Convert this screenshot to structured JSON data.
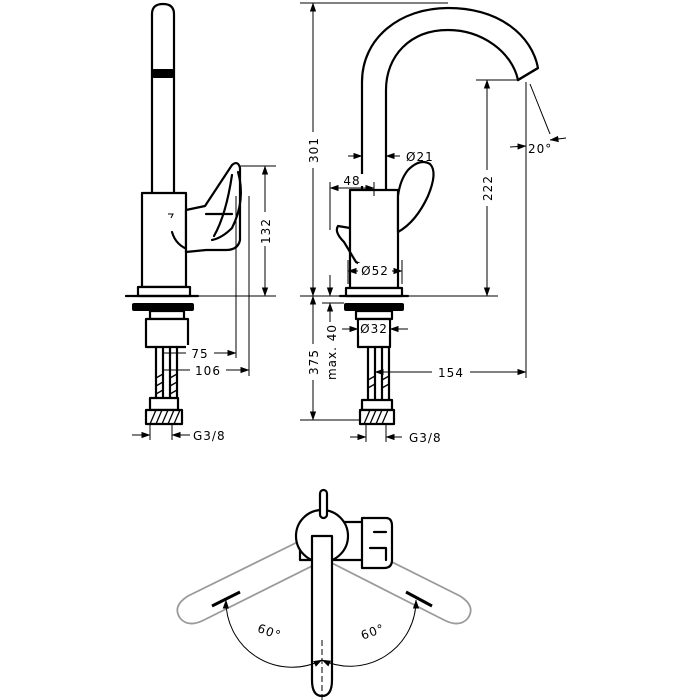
{
  "dimensions": {
    "d_301": "301",
    "d_222": "222",
    "d_132": "132",
    "d_375": "375",
    "d_max40": "max. 40",
    "d_75": "75",
    "d_106": "106",
    "d_154": "154",
    "d_48": "48",
    "d_dia21": "Ø21",
    "d_dia52": "Ø52",
    "d_dia32": "Ø32",
    "d_g38_left": "G3/8",
    "d_g38_right": "G3/8",
    "d_angle20": "20°",
    "d_angle60_left": "60°",
    "d_angle60_right": "60°"
  }
}
